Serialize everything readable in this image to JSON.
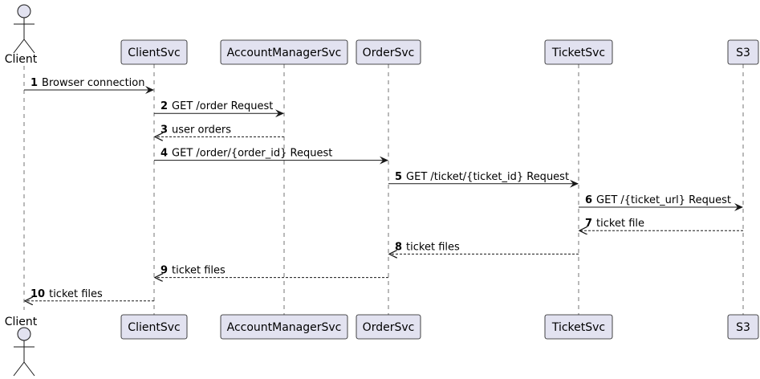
{
  "diagram": {
    "type": "sequence",
    "colors": {
      "box_fill": "#e2e2f0",
      "box_stroke": "#181818",
      "lifeline": "#181818",
      "arrow": "#181818",
      "text": "#000000"
    },
    "participants": [
      {
        "id": "client",
        "label": "Client",
        "kind": "actor"
      },
      {
        "id": "clientsvc",
        "label": "ClientSvc",
        "kind": "participant"
      },
      {
        "id": "accountmanagersvc",
        "label": "AccountManagerSvc",
        "kind": "participant"
      },
      {
        "id": "ordersvc",
        "label": "OrderSvc",
        "kind": "participant"
      },
      {
        "id": "ticketsvc",
        "label": "TicketSvc",
        "kind": "participant"
      },
      {
        "id": "s3",
        "label": "S3",
        "kind": "participant"
      }
    ],
    "messages": [
      {
        "number": "1",
        "label": "Browser connection",
        "from": "client",
        "to": "clientsvc",
        "style": "solid"
      },
      {
        "number": "2",
        "label": "GET /order Request",
        "from": "clientsvc",
        "to": "accountmanagersvc",
        "style": "solid"
      },
      {
        "number": "3",
        "label": "user orders",
        "from": "accountmanagersvc",
        "to": "clientsvc",
        "style": "dashed"
      },
      {
        "number": "4",
        "label": "GET /order/{order_id} Request",
        "from": "clientsvc",
        "to": "ordersvc",
        "style": "solid"
      },
      {
        "number": "5",
        "label": "GET /ticket/{ticket_id} Request",
        "from": "ordersvc",
        "to": "ticketsvc",
        "style": "solid"
      },
      {
        "number": "6",
        "label": "GET /{ticket_url} Request",
        "from": "ticketsvc",
        "to": "s3",
        "style": "solid"
      },
      {
        "number": "7",
        "label": "ticket file",
        "from": "s3",
        "to": "ticketsvc",
        "style": "dashed"
      },
      {
        "number": "8",
        "label": "ticket files",
        "from": "ticketsvc",
        "to": "ordersvc",
        "style": "dashed"
      },
      {
        "number": "9",
        "label": "ticket files",
        "from": "ordersvc",
        "to": "clientsvc",
        "style": "dashed"
      },
      {
        "number": "10",
        "label": "ticket files",
        "from": "clientsvc",
        "to": "client",
        "style": "dashed"
      }
    ]
  }
}
